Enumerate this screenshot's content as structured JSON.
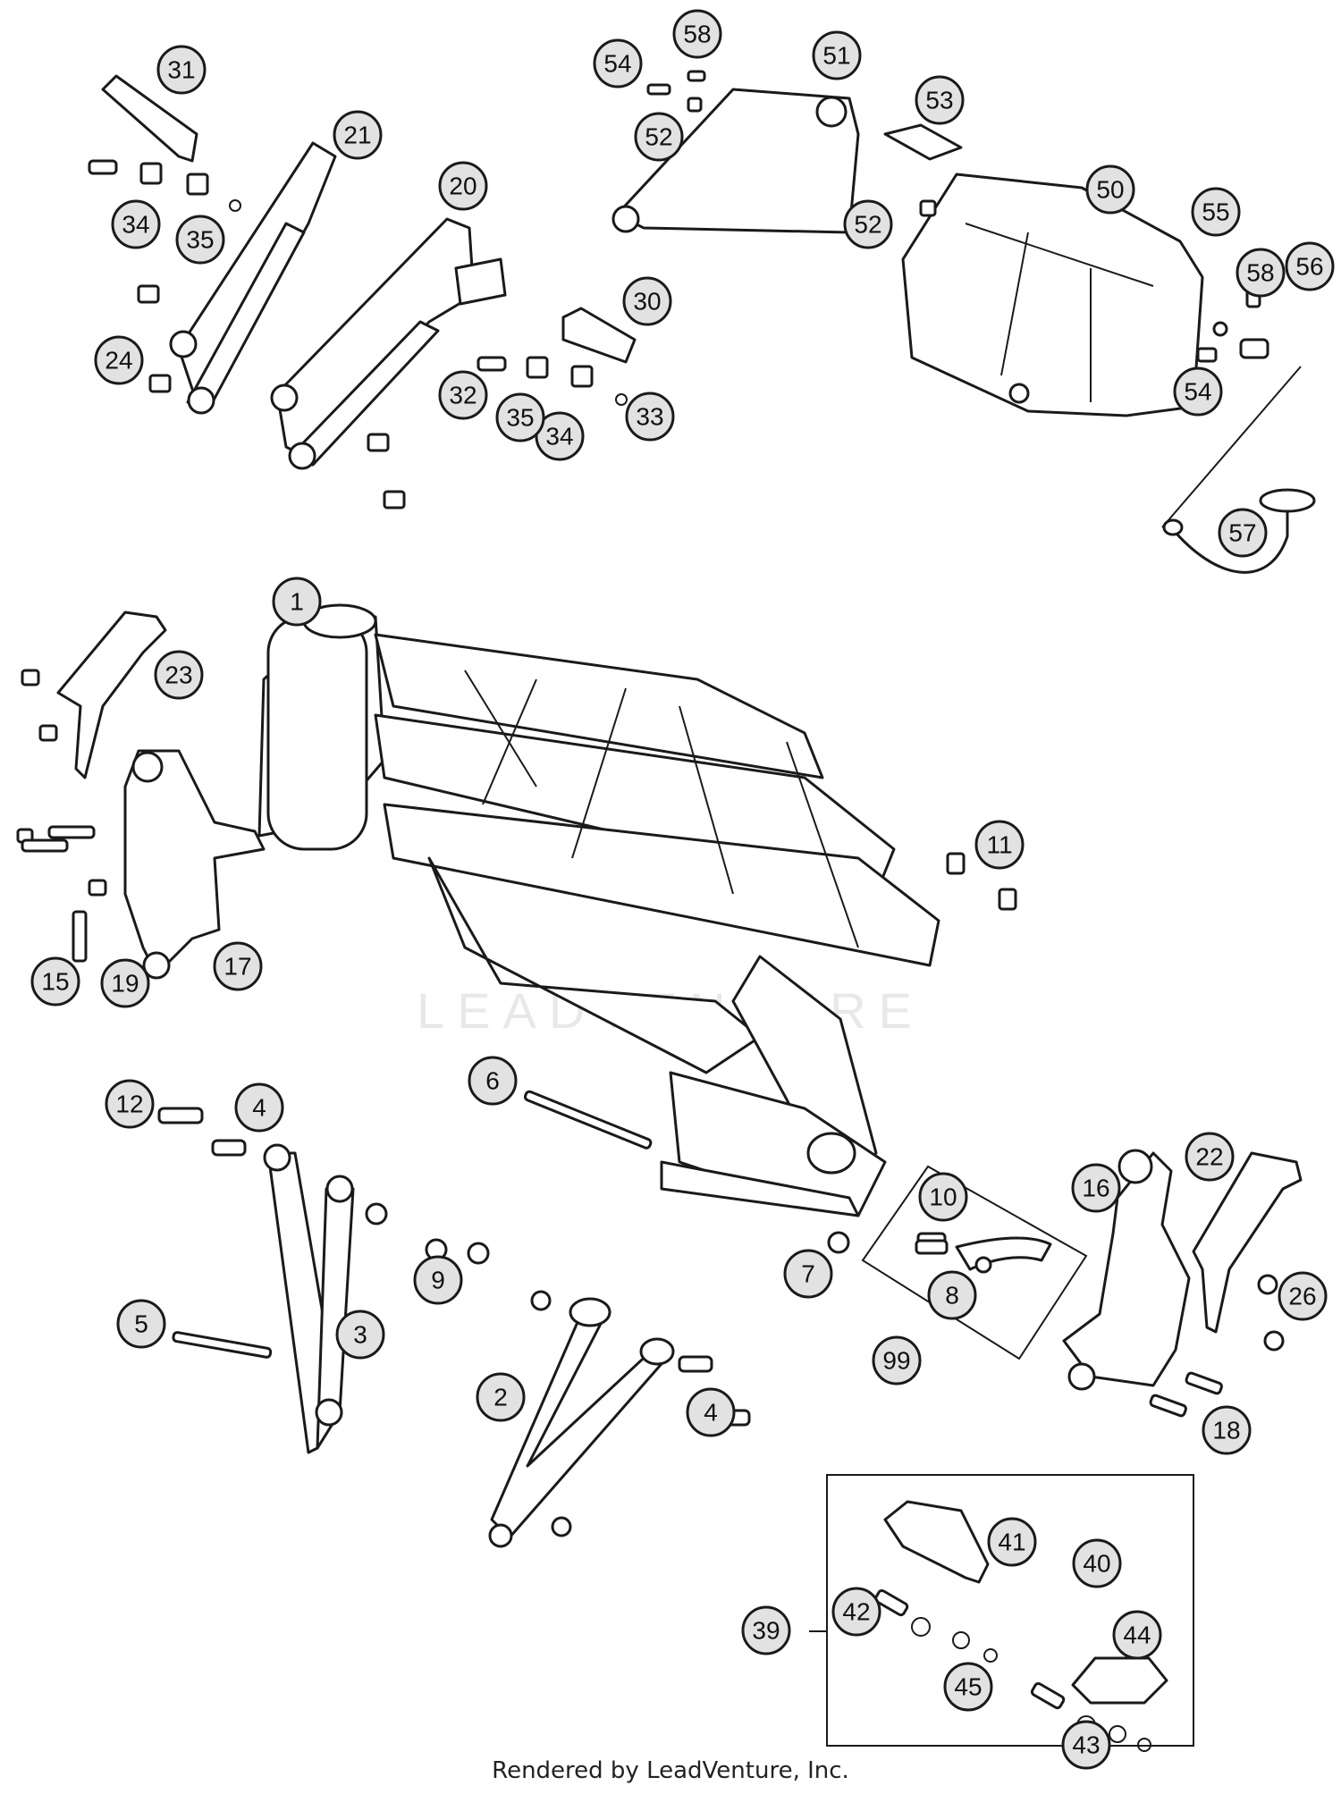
{
  "watermark": "LEADVENTURE",
  "footer": "Rendered by LeadVenture, Inc.",
  "callouts": [
    "1",
    "2",
    "3",
    "4",
    "4",
    "5",
    "6",
    "7",
    "8",
    "9",
    "10",
    "11",
    "12",
    "15",
    "16",
    "17",
    "18",
    "19",
    "20",
    "21",
    "22",
    "23",
    "24",
    "26",
    "30",
    "31",
    "32",
    "33",
    "34",
    "34",
    "35",
    "35",
    "39",
    "40",
    "41",
    "42",
    "43",
    "44",
    "45",
    "50",
    "51",
    "52",
    "52",
    "53",
    "54",
    "54",
    "55",
    "56",
    "57",
    "58",
    "58",
    "99"
  ]
}
